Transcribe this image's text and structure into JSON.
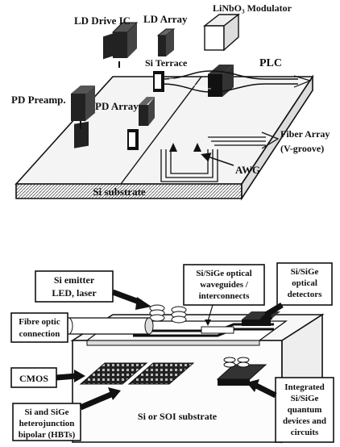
{
  "top_diagram": {
    "labels": {
      "ld_drive_ic": "LD Drive IC",
      "ld_array": "LD Array",
      "modulator": "LiNbO₃ Modulator",
      "si_terrace": "Si Terrace",
      "plc": "PLC",
      "pd_preamp": "PD Preamp.",
      "pd_array": "PD Array",
      "fiber_array_line1": "Fiber Array",
      "fiber_array_line2": "(V-groove)",
      "awg": "AWG",
      "si_substrate": "Si substrate"
    }
  },
  "bottom_diagram": {
    "callouts": {
      "emitter_line1": "Si emitter",
      "emitter_line2": "LED, laser",
      "waveguides_line1": "Si/SiGe optical",
      "waveguides_line2": "waveguides /",
      "waveguides_line3": "interconnects",
      "detectors_line1": "Si/SiGe",
      "detectors_line2": "optical",
      "detectors_line3": "detectors",
      "fibre_line1": "Fibre optic",
      "fibre_line2": "connection",
      "cmos": "CMOS",
      "hbt_line1": "Si and SiGe",
      "hbt_line2": "heterojunction",
      "hbt_line3": "bipolar (HBTs)",
      "substrate": "Si or SOI substrate",
      "quantum_line1": "Integrated",
      "quantum_line2": "Si/SiGe",
      "quantum_line3": "quantum",
      "quantum_line4": "devices and",
      "quantum_line5": "circuits"
    }
  }
}
